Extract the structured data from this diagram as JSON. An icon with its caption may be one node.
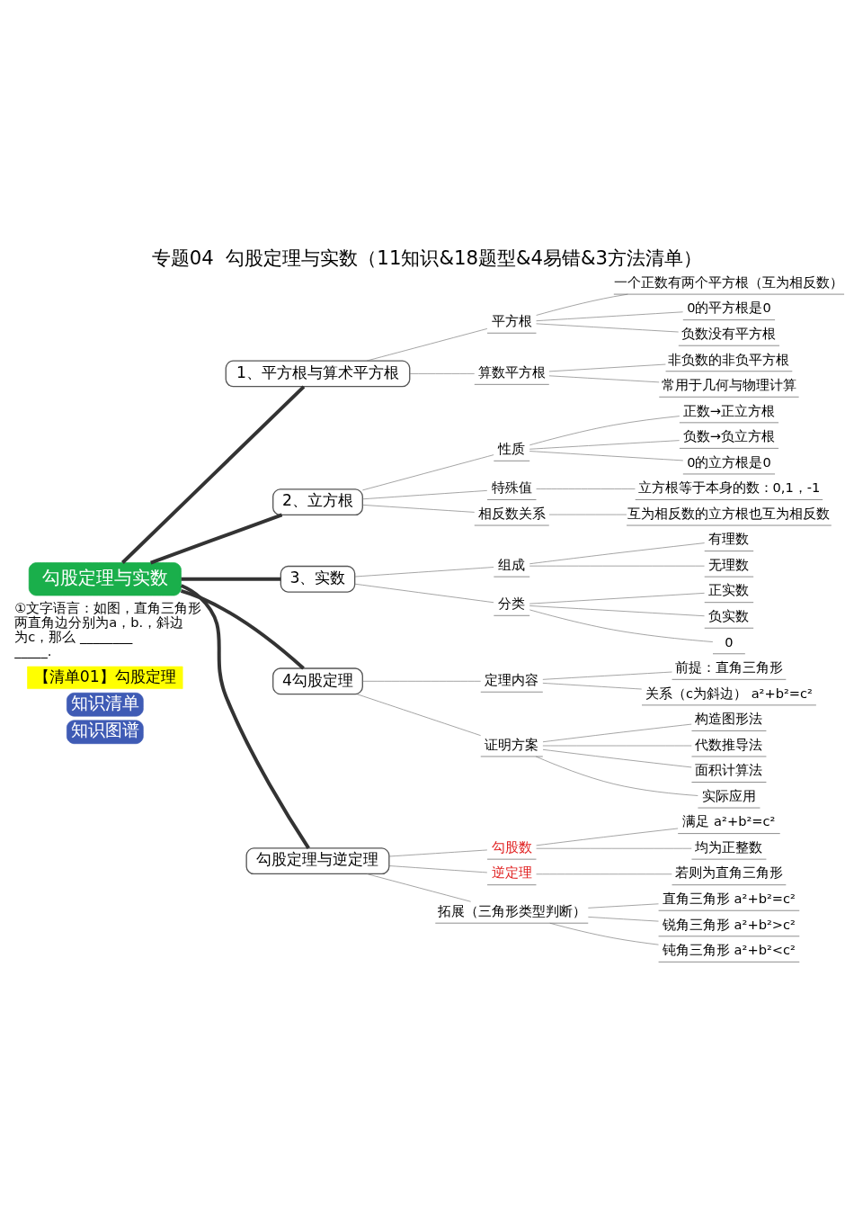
{
  "diagram": {
    "title": "专题04  勾股定理与实数（11知识&18题型&4易错&3方法清单）",
    "nodes": [
      {
        "text": [
          "勾股定理与实数"
        ]
      },
      {
        "text": [
          "1、平方根与算术平方根"
        ]
      },
      {
        "text": [
          "平方根"
        ]
      },
      {
        "text": [
          "一个正数有两个平方根（互为相反数）"
        ]
      },
      {
        "text": [
          "0的平方根是0"
        ]
      },
      {
        "text": [
          "负数没有平方根"
        ]
      },
      {
        "text": [
          "算数平方根"
        ]
      },
      {
        "text": [
          "非负数的非负平方根"
        ]
      },
      {
        "text": [
          "常用于几何与物理计算"
        ]
      },
      {
        "text": [
          "2、立方根"
        ]
      },
      {
        "text": [
          "性质"
        ]
      },
      {
        "text": [
          "正数→正立方根"
        ]
      },
      {
        "text": [
          "负数→负立方根"
        ]
      },
      {
        "text": [
          "0的立方根是0"
        ]
      },
      {
        "text": [
          "特殊值"
        ]
      },
      {
        "text": [
          "立方根等于本身的数：0,1，-1"
        ]
      },
      {
        "text": [
          "相反数关系"
        ]
      },
      {
        "text": [
          "互为相反数的立方根也互为相反数"
        ]
      },
      {
        "text": [
          "3、实数"
        ]
      },
      {
        "text": [
          "组成"
        ]
      },
      {
        "text": [
          "有理数"
        ]
      },
      {
        "text": [
          "无理数"
        ]
      },
      {
        "text": [
          "分类"
        ]
      },
      {
        "text": [
          "正实数"
        ]
      },
      {
        "text": [
          "负实数"
        ]
      },
      {
        "text": [
          "0"
        ]
      },
      {
        "text": [
          "4勾股定理"
        ]
      },
      {
        "text": [
          "定理内容"
        ]
      },
      {
        "text": [
          "前提：直角三角形"
        ]
      },
      {
        "text": [
          "关系（c为斜边） a²+b²=c²"
        ]
      },
      {
        "text": [
          "证明方案"
        ]
      },
      {
        "text": [
          "构造图形法"
        ]
      },
      {
        "text": [
          "代数推导法"
        ]
      },
      {
        "text": [
          "面积计算法"
        ]
      },
      {
        "text": [
          "实际应用"
        ]
      },
      {
        "text": [
          "勾股定理与逆定理"
        ]
      },
      {
        "text": [
          "勾股数"
        ]
      },
      {
        "text": [
          "满足 a²+b²=c²"
        ]
      },
      {
        "text": [
          "均为正整数"
        ]
      },
      {
        "text": [
          "逆定理"
        ]
      },
      {
        "text": [
          "若则为直角三角形"
        ]
      },
      {
        "text": [
          "拓展（三角形类型判断）"
        ]
      },
      {
        "text": [
          "直角三角形 a²+b²=c²"
        ]
      },
      {
        "text": [
          "锐角三角形 a²+b²>c²"
        ]
      },
      {
        "text": [
          "钝角三角形 a²+b²<c²"
        ]
      }
    ],
    "edges": [
      {
        "from": 0,
        "to": 1,
        "arrow": "none",
        "style": "thick"
      },
      {
        "from": 1,
        "to": 2,
        "arrow": "none"
      },
      {
        "from": 2,
        "to": 3,
        "arrow": "none"
      },
      {
        "from": 2,
        "to": 4,
        "arrow": "none"
      },
      {
        "from": 2,
        "to": 5,
        "arrow": "none"
      },
      {
        "from": 1,
        "to": 6,
        "arrow": "none"
      },
      {
        "from": 6,
        "to": 7,
        "arrow": "none"
      },
      {
        "from": 6,
        "to": 8,
        "arrow": "none"
      },
      {
        "from": 0,
        "to": 9,
        "arrow": "none",
        "style": "thick"
      },
      {
        "from": 9,
        "to": 10,
        "arrow": "none"
      },
      {
        "from": 10,
        "to": 11,
        "arrow": "none"
      },
      {
        "from": 10,
        "to": 12,
        "arrow": "none"
      },
      {
        "from": 10,
        "to": 13,
        "arrow": "none"
      },
      {
        "from": 9,
        "to": 14,
        "arrow": "none"
      },
      {
        "from": 14,
        "to": 15,
        "arrow": "none"
      },
      {
        "from": 9,
        "to": 16,
        "arrow": "none"
      },
      {
        "from": 16,
        "to": 17,
        "arrow": "none"
      },
      {
        "from": 0,
        "to": 18,
        "arrow": "none",
        "style": "thick"
      },
      {
        "from": 18,
        "to": 19,
        "arrow": "none"
      },
      {
        "from": 19,
        "to": 20,
        "arrow": "none"
      },
      {
        "from": 19,
        "to": 21,
        "arrow": "none"
      },
      {
        "from": 18,
        "to": 22,
        "arrow": "none"
      },
      {
        "from": 22,
        "to": 23,
        "arrow": "none"
      },
      {
        "from": 22,
        "to": 24,
        "arrow": "none"
      },
      {
        "from": 22,
        "to": 25,
        "arrow": "none"
      },
      {
        "from": 0,
        "to": 26,
        "arrow": "none",
        "style": "thick"
      },
      {
        "from": 26,
        "to": 27,
        "arrow": "none"
      },
      {
        "from": 27,
        "to": 28,
        "arrow": "none"
      },
      {
        "from": 27,
        "to": 29,
        "arrow": "none"
      },
      {
        "from": 26,
        "to": 30,
        "arrow": "none"
      },
      {
        "from": 30,
        "to": 31,
        "arrow": "none"
      },
      {
        "from": 30,
        "to": 32,
        "arrow": "none"
      },
      {
        "from": 30,
        "to": 33,
        "arrow": "none"
      },
      {
        "from": 30,
        "to": 34,
        "arrow": "none"
      },
      {
        "from": 0,
        "to": 35,
        "arrow": "none",
        "style": "thick"
      },
      {
        "from": 35,
        "to": 36,
        "arrow": "none"
      },
      {
        "from": 36,
        "to": 37,
        "arrow": "none"
      },
      {
        "from": 36,
        "to": 38,
        "arrow": "none"
      },
      {
        "from": 35,
        "to": 39,
        "arrow": "none"
      },
      {
        "from": 39,
        "to": 40,
        "arrow": "none"
      },
      {
        "from": 35,
        "to": 41,
        "arrow": "none"
      },
      {
        "from": 41,
        "to": 42,
        "arrow": "none"
      },
      {
        "from": 41,
        "to": 43,
        "arrow": "none"
      },
      {
        "from": 41,
        "to": 44,
        "arrow": "none"
      }
    ],
    "labels": [
      "知识图谱",
      "知识清单",
      "【清单01】勾股定理",
      "①文字语言：如图，直角三角形两直角边分别为a，b.，斜边为c，那么 _____________."
    ]
  }
}
